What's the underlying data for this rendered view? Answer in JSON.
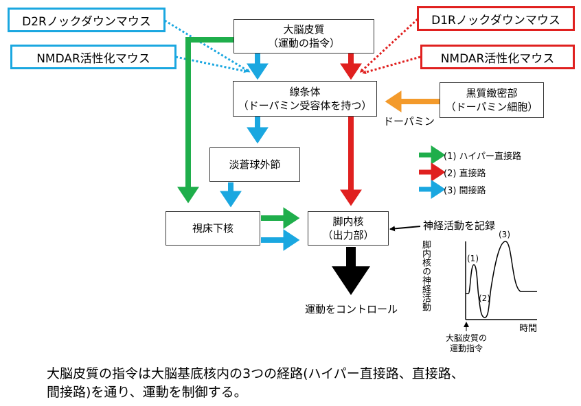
{
  "mice": {
    "d2r": "D2Rノックダウンマウス",
    "nmdar_left": "NMDAR活性化マウス",
    "d1r": "D1Rノックダウンマウス",
    "nmdar_right": "NMDAR活性化マウス"
  },
  "boxes": {
    "cortex": [
      "大脳皮質",
      "（運動の指令）"
    ],
    "striatum": [
      "線条体",
      "（ドーパミン受容体を持つ）"
    ],
    "snc": [
      "黒質緻密部",
      "（ドーパミン細胞）"
    ],
    "gpe": [
      "淡蒼球外節"
    ],
    "stn": [
      "視床下核"
    ],
    "gpi": [
      "脚内核",
      "（出力部）"
    ]
  },
  "labels": {
    "dopamine": "ドーパミン",
    "motor_control": "運動をコントロール",
    "recording": "神経活動を記録"
  },
  "legend": {
    "hyperdirect": "(1) ハイパー直接路",
    "direct": "(2) 直接路",
    "indirect": "(3) 間接路"
  },
  "graph": {
    "ylabel": "脚内核の神経活動",
    "xlabel": "時間",
    "onset": [
      "大脳皮質の",
      "運動指令"
    ],
    "peak1": "(1)",
    "dip2": "(2)",
    "peak3": "(3)"
  },
  "caption": [
    "大脳皮質の指令は大脳基底核内の3つの経路(ハイパー直接路、直接路、",
    "間接路)を通り、運動を制御する。"
  ],
  "colors": {
    "green": "#1fae4b",
    "red": "#e0201f",
    "blue": "#1aa7e0",
    "orange": "#f39a2b",
    "black": "#000000"
  }
}
